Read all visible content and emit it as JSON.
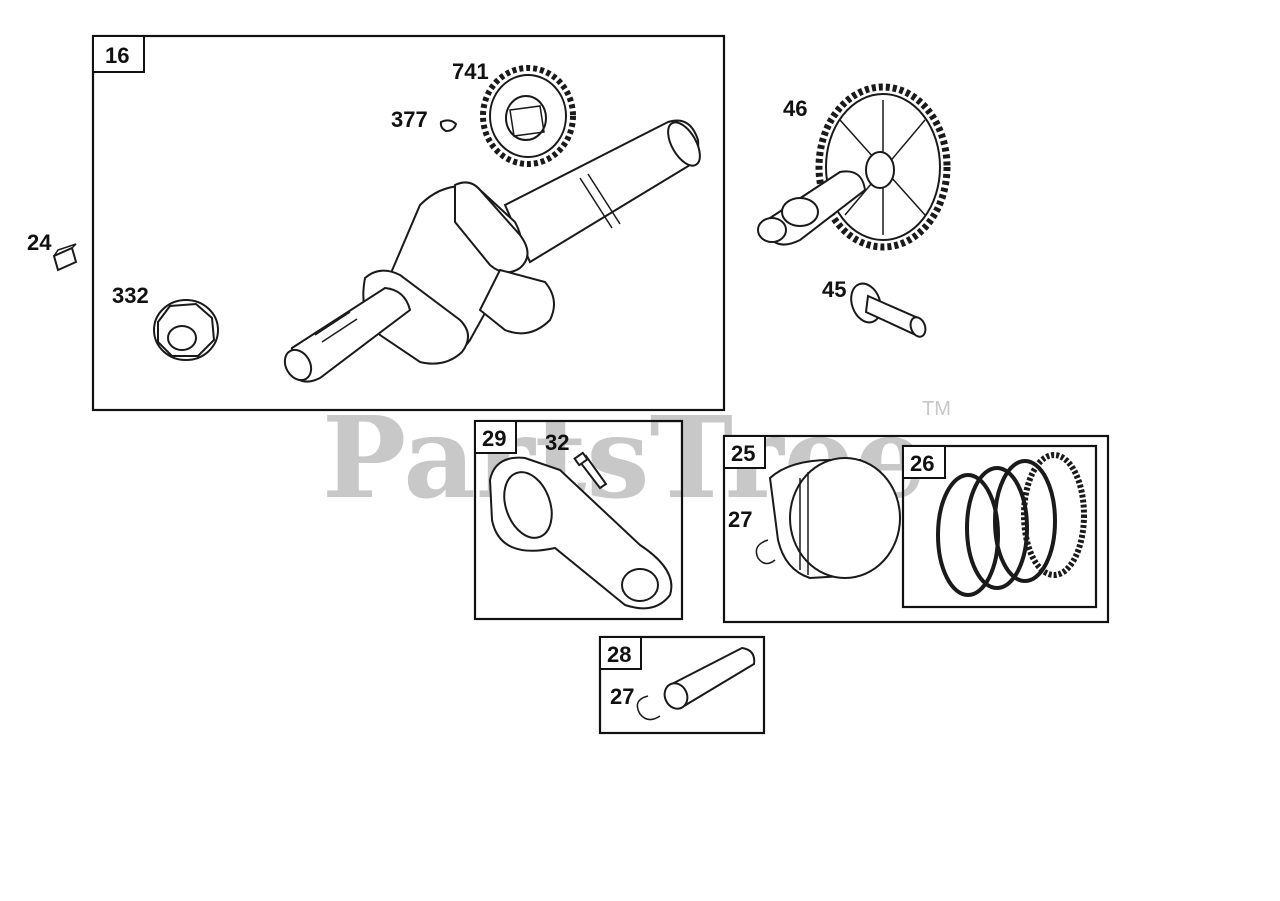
{
  "watermark": {
    "text": "PartsTree",
    "tm": "TM"
  },
  "groups": [
    {
      "id": "16"
    },
    {
      "id": "29"
    },
    {
      "id": "25"
    },
    {
      "id": "26"
    },
    {
      "id": "28"
    }
  ],
  "callouts": {
    "741": "741",
    "377": "377",
    "24": "24",
    "332": "332",
    "46": "46",
    "45": "45",
    "32": "32",
    "27a": "27",
    "27b": "27"
  }
}
